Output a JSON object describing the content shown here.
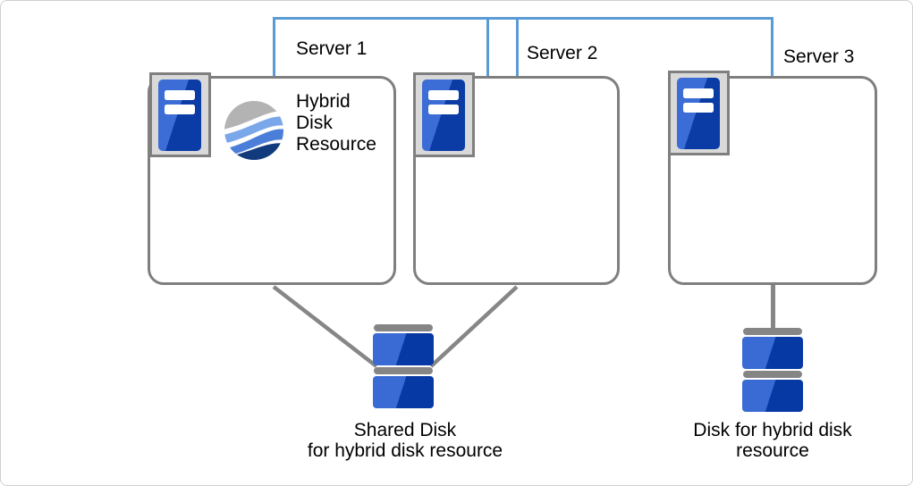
{
  "servers": [
    {
      "label": "Server 1"
    },
    {
      "label": "Server 2"
    },
    {
      "label": "Server 3"
    }
  ],
  "hybrid_disk_resource": {
    "line1": "Hybrid",
    "line2": "Disk",
    "line3": "Resource"
  },
  "shared_disk": {
    "line1": "Shared Disk",
    "line2": "for hybrid disk resource"
  },
  "hybrid_disk": {
    "line1": "Disk for hybrid disk",
    "line2": "resource"
  },
  "icons": {
    "server": "server-icon",
    "hybrid_wave": "hybrid-disk-resource-icon",
    "shared_disk": "shared-disk-icon",
    "hybrid_target_disk": "hybrid-disk-icon"
  },
  "colors": {
    "interconnect_blue": "#5B9BD5",
    "connector_gray": "#868686",
    "box_border_gray": "#7f7f7f",
    "icon_frame_gray": "#d9d9d9",
    "server_blue_light": "#3c6cd6",
    "server_blue_dark": "#0b3ca6",
    "disk_blue_light": "#3a6bd4",
    "disk_blue_dark": "#0639a4",
    "wave_gray": "#b3b3b3",
    "wave_light_blue": "#7aa7ea",
    "wave_mid_blue": "#4b7ed9",
    "wave_navy": "#123b7d"
  }
}
